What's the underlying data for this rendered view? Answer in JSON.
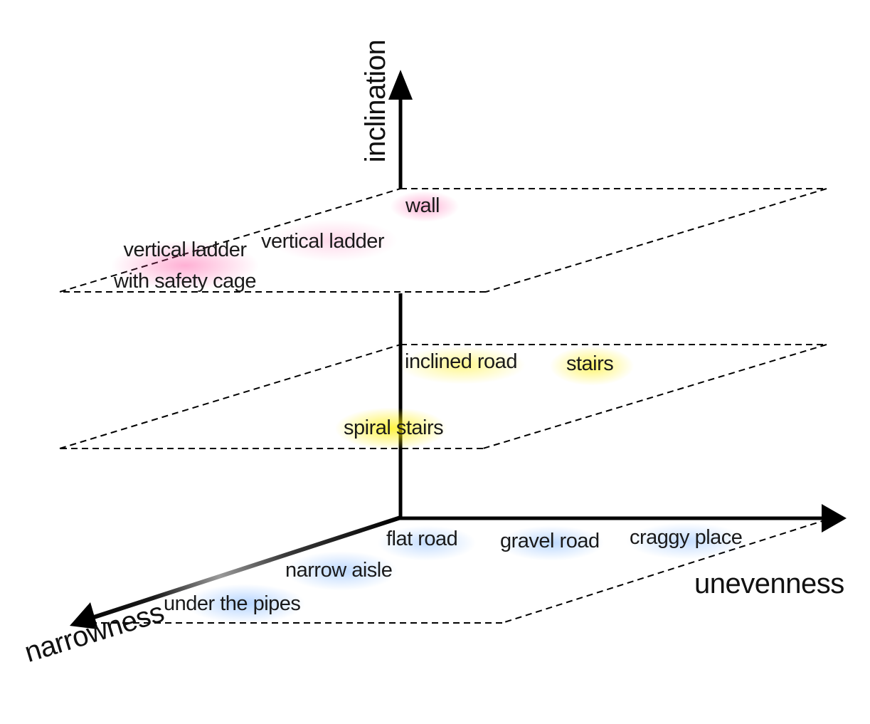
{
  "axes": {
    "vertical": "inclination",
    "horizontal": "unevenness",
    "depth": "narrowness"
  },
  "levels": {
    "high": {
      "items": {
        "wall": "wall",
        "vertical_ladder": "vertical ladder",
        "vertical_ladder_cage_line1": "vertical ladder",
        "vertical_ladder_cage_line2": "with safety cage"
      }
    },
    "middle": {
      "items": {
        "inclined_road": "inclined road",
        "stairs": "stairs",
        "spiral_stairs": "spiral stairs"
      }
    },
    "ground": {
      "items": {
        "flat_road": "flat road",
        "gravel_road": "gravel road",
        "craggy_place": "craggy place",
        "narrow_aisle": "narrow aisle",
        "under_the_pipes": "under the pipes"
      }
    }
  },
  "colors": {
    "high_level_highlight": "#ff4fa0",
    "middle_level_highlight": "#ffee00",
    "ground_level_highlight": "#5aa0ff",
    "axis": "#000000",
    "plane_outline": "#000000"
  }
}
